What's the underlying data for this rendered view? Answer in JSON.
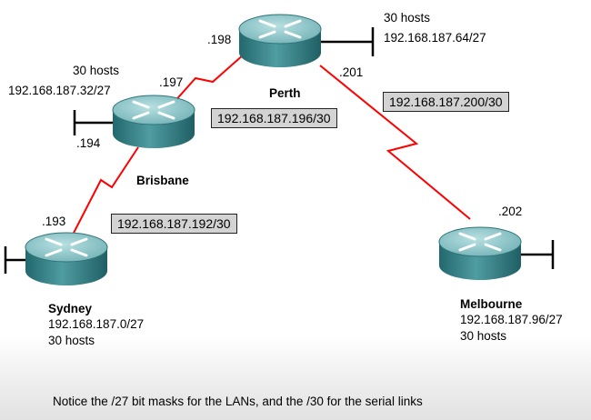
{
  "routers": [
    {
      "id": "perth",
      "name": "Perth"
    },
    {
      "id": "brisbane",
      "name": "Brisbane"
    },
    {
      "id": "sydney",
      "name": "Sydney"
    },
    {
      "id": "melbourne",
      "name": "Melbourne"
    }
  ],
  "labels": {
    "perth_lan_hosts": "30 hosts",
    "perth_lan_net": "192.168.187.64/27",
    "perth_if_198": ".198",
    "perth_if_201": ".201",
    "brisbane_lan_hosts": "30 hosts",
    "brisbane_lan_net": "192.168.187.32/27",
    "brisbane_if_197": ".197",
    "brisbane_if_194": ".194",
    "sydney_if_193": ".193",
    "sydney_net": "192.168.187.0/27",
    "sydney_hosts": "30 hosts",
    "melbourne_if_202": ".202",
    "melbourne_net": "192.168.187.96/27",
    "melbourne_hosts": "30 hosts"
  },
  "serial_links": [
    {
      "id": "perth-melbourne",
      "network": "192.168.187.200/30"
    },
    {
      "id": "brisbane-perth",
      "network": "192.168.187.196/30"
    },
    {
      "id": "sydney-brisbane",
      "network": "192.168.187.192/30"
    }
  ],
  "caption": "Notice the /27 bit masks for the LANs, and the /30 for the serial links",
  "colors": {
    "serial_link": "#ff0000",
    "router_body": "#3e8a8f",
    "router_top": "#8fc6c9",
    "lan_line": "#000000",
    "label_box": "#d3d3d3"
  }
}
